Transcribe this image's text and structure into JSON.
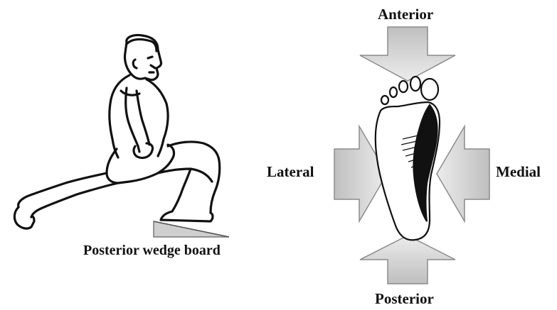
{
  "left_figure": {
    "caption": "Posterior wedge board"
  },
  "right_figure": {
    "directions": {
      "anterior": "Anterior",
      "lateral": "Lateral",
      "medial": "Medial",
      "posterior": "Posterior"
    }
  },
  "colors": {
    "arrow_fill": "#d9d9d9",
    "arrow_stroke": "#8c8c8c",
    "ink": "#111111",
    "wedge_fill": "#cfcfcf"
  }
}
